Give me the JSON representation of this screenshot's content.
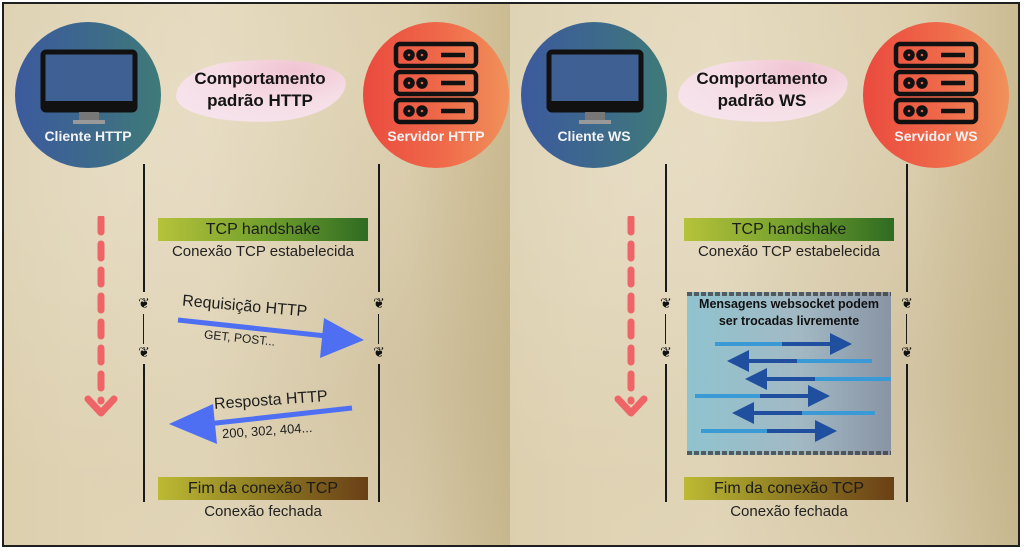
{
  "colors": {
    "client_circle": "#3d6a8a",
    "server_circle": "#ef6a4a",
    "request_arrow": "#4f6ff2",
    "dashed_arrow": "#ef6466",
    "ws_arrow_dark": "#1f4f9e",
    "ws_arrow_light": "#3a9ad6"
  },
  "left_panel": {
    "title": "Comportamento padrão HTTP",
    "title_line1": "Comportamento",
    "title_line2": "padrão HTTP",
    "client": {
      "label": "Cliente HTTP",
      "icon": "monitor-icon"
    },
    "server": {
      "label": "Servidor HTTP",
      "icon": "server-icon"
    },
    "handshake": {
      "label": "TCP handshake",
      "caption": "Conexão TCP estabelecida"
    },
    "request": {
      "label": "Requisição HTTP",
      "sub": "GET, POST..."
    },
    "response": {
      "label": "Resposta HTTP",
      "sub": "200, 302, 404..."
    },
    "end": {
      "label": "Fim da conexão TCP",
      "caption": "Conexão fechada"
    }
  },
  "right_panel": {
    "title_line1": "Comportamento",
    "title_line2": "padrão WS",
    "client": {
      "label": "Cliente WS",
      "icon": "monitor-icon"
    },
    "server": {
      "label": "Servidor WS",
      "icon": "server-icon"
    },
    "handshake": {
      "label": "TCP handshake",
      "caption": "Conexão TCP estabelecida"
    },
    "messages": {
      "line1": "Mensagens websocket podem",
      "line2": "ser trocadas livremente",
      "arrows": [
        "right",
        "left",
        "left",
        "right",
        "left",
        "right"
      ]
    },
    "end": {
      "label": "Fim da conexão TCP",
      "caption": "Conexão fechada"
    }
  }
}
